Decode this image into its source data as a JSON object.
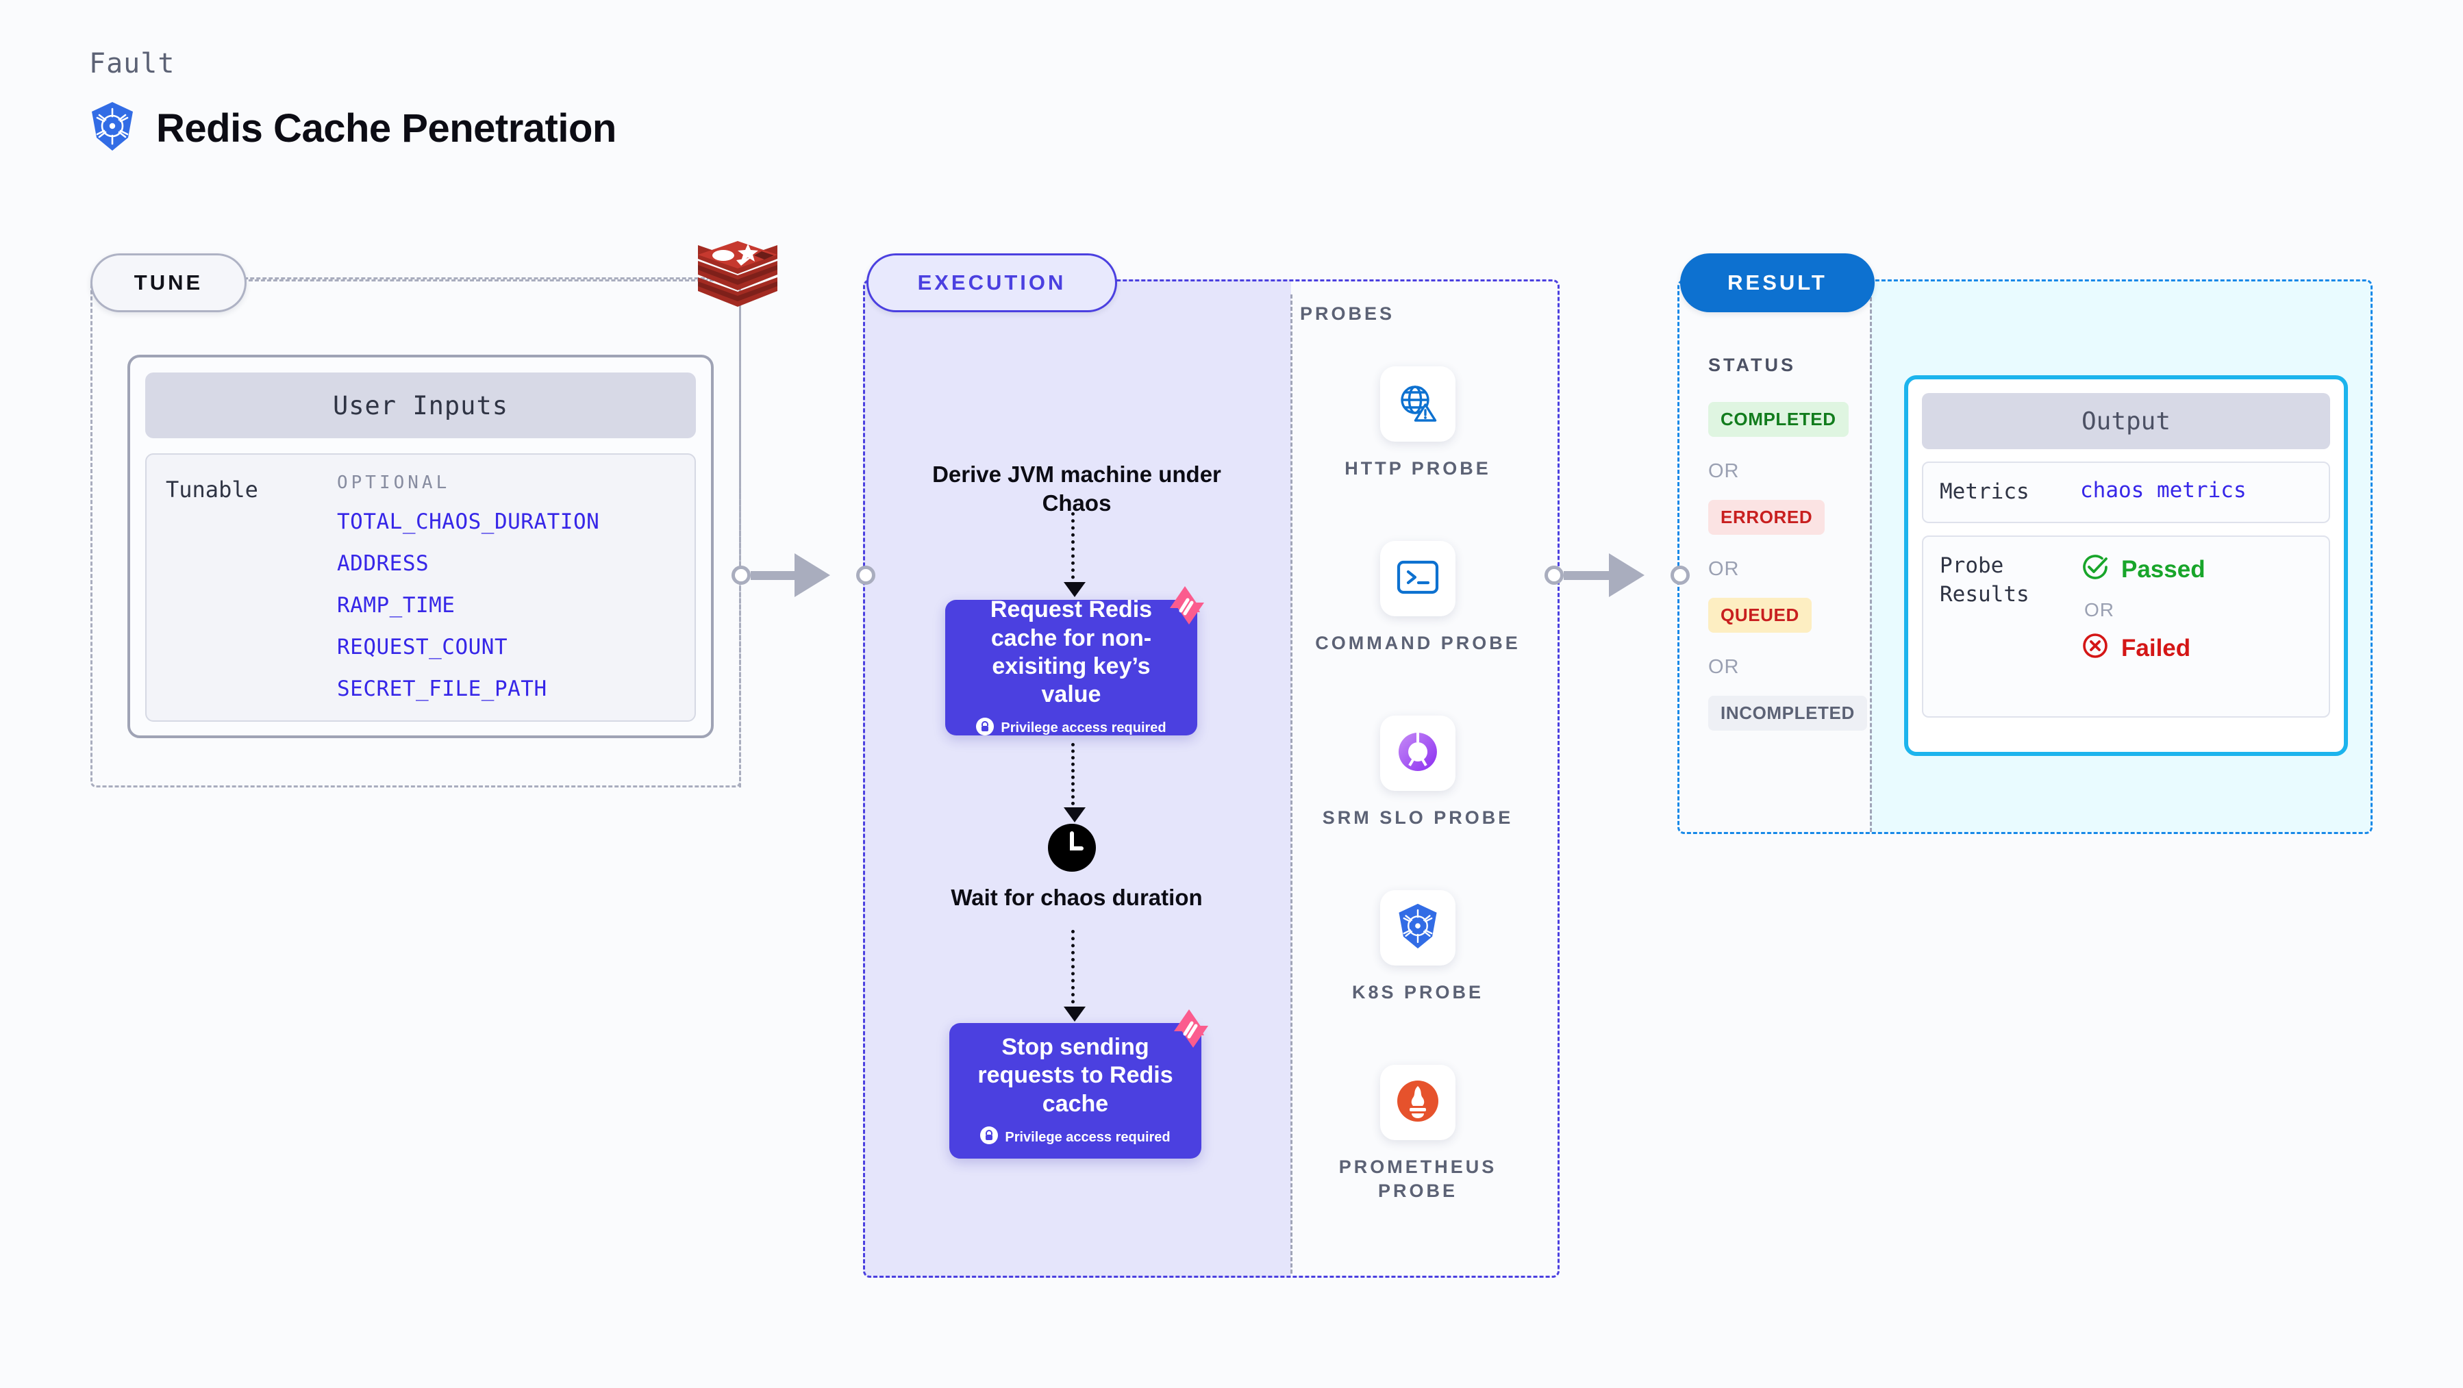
{
  "header": {
    "kicker": "Fault",
    "title": "Redis Cache Penetration",
    "icon": "kubernetes-icon"
  },
  "tune": {
    "pill_label": "TUNE",
    "source_icon": "redis-logo",
    "user_inputs": {
      "header": "User Inputs",
      "row_label": "Tunable",
      "group_label": "OPTIONAL",
      "items": [
        "TOTAL_CHAOS_DURATION",
        "ADDRESS",
        "RAMP_TIME",
        "REQUEST_COUNT",
        "SECRET_FILE_PATH"
      ]
    }
  },
  "execution": {
    "pill_label": "EXECUTION",
    "steps": [
      {
        "type": "label",
        "text": "Derive JVM machine under Chaos"
      },
      {
        "type": "node",
        "title": "Request Redis cache for non-exisiting key’s value",
        "privilege": "Privilege access required",
        "badge": "litmus-chaos-badge"
      },
      {
        "type": "wait",
        "icon": "clock-icon",
        "text": "Wait for chaos duration"
      },
      {
        "type": "node",
        "title": "Stop sending requests to Redis cache",
        "privilege": "Privilege access required",
        "badge": "litmus-chaos-badge"
      }
    ]
  },
  "probes": {
    "title": "PROBES",
    "items": [
      {
        "label": "HTTP PROBE",
        "icon": "globe-warning-icon"
      },
      {
        "label": "COMMAND PROBE",
        "icon": "terminal-icon"
      },
      {
        "label": "SRM SLO PROBE",
        "icon": "slo-donut-check-icon"
      },
      {
        "label": "K8S PROBE",
        "icon": "kubernetes-icon"
      },
      {
        "label": "PROMETHEUS PROBE",
        "icon": "prometheus-icon"
      }
    ]
  },
  "result": {
    "pill_label": "RESULT",
    "status_title": "STATUS",
    "or_label": "OR",
    "statuses": [
      {
        "label": "COMPLETED",
        "bg": "#dff5e1",
        "fg": "#127c1d"
      },
      {
        "label": "ERRORED",
        "bg": "#fbe3e3",
        "fg": "#c81f1f"
      },
      {
        "label": "QUEUED",
        "bg": "#fdeec2",
        "fg": "#c81f1f"
      },
      {
        "label": "INCOMPLETED",
        "bg": "#eef0f5",
        "fg": "#5c6275"
      }
    ],
    "output": {
      "header": "Output",
      "metrics_key": "Metrics",
      "metrics_value": "chaos metrics",
      "probe_results_key": "Probe Results",
      "passed_label": "Passed",
      "failed_label": "Failed",
      "or_label": "OR",
      "passed_icon": "check-circle-icon",
      "failed_icon": "x-circle-icon"
    }
  },
  "colors": {
    "page_bg": "#fafbfd",
    "tune_dash": "#a9adbe",
    "execution": "#4b40e0",
    "execution_fill": "#e5e5fb",
    "result": "#1789e8",
    "result_fill": "#e9fbff",
    "output_border": "#1cb4ed",
    "chaos_badge": "#fb5c8e",
    "mono_accent": "#3626e8"
  }
}
